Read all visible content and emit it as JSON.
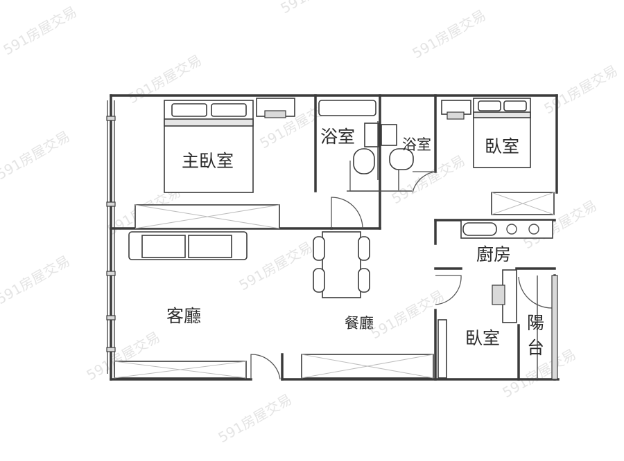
{
  "rooms": {
    "master_bedroom": "主臥室",
    "bath_1": "浴室",
    "bath_2": "浴室",
    "bedroom_1": "臥室",
    "kitchen": "廚房",
    "living_room": "客廳",
    "dining_room": "餐廳",
    "bedroom_2": "臥室",
    "balcony_line1": "陽",
    "balcony_line2": "台"
  },
  "watermark": "591房屋交易",
  "colors": {
    "wall": "#3a3a3a",
    "watermark": "#cfcfcf",
    "background": "#ffffff"
  }
}
